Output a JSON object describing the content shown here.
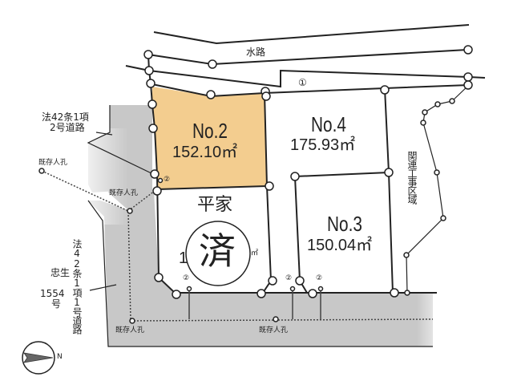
{
  "map": {
    "waterway_label": "水路",
    "marker_1": "①",
    "marker_2": "②",
    "road_top": {
      "label_line1": "法42条1項",
      "label_line2": "2号道路"
    },
    "road_left": {
      "label": "法42条1項1号道路",
      "name_line1": "忠生",
      "name_line2": "1554",
      "name_line3": "号"
    },
    "related_area": "関連工事区域",
    "manhole_label": "既存人孔",
    "compass": {
      "direction": "N"
    },
    "colors": {
      "lot2_fill": "#f3cd8f",
      "road_fill": "#c8c8c8",
      "line": "#222222"
    }
  },
  "lots": [
    {
      "id": "no2",
      "number": "No.2",
      "area": "152.10㎡"
    },
    {
      "id": "no4",
      "number": "No.4",
      "area": "175.93㎡"
    },
    {
      "id": "no3",
      "number": "No.3",
      "area": "150.04㎡"
    },
    {
      "id": "no1",
      "label": "平家",
      "sold_stamp": "済",
      "area_partial_left": "1",
      "area_partial_right": "㎡"
    }
  ]
}
